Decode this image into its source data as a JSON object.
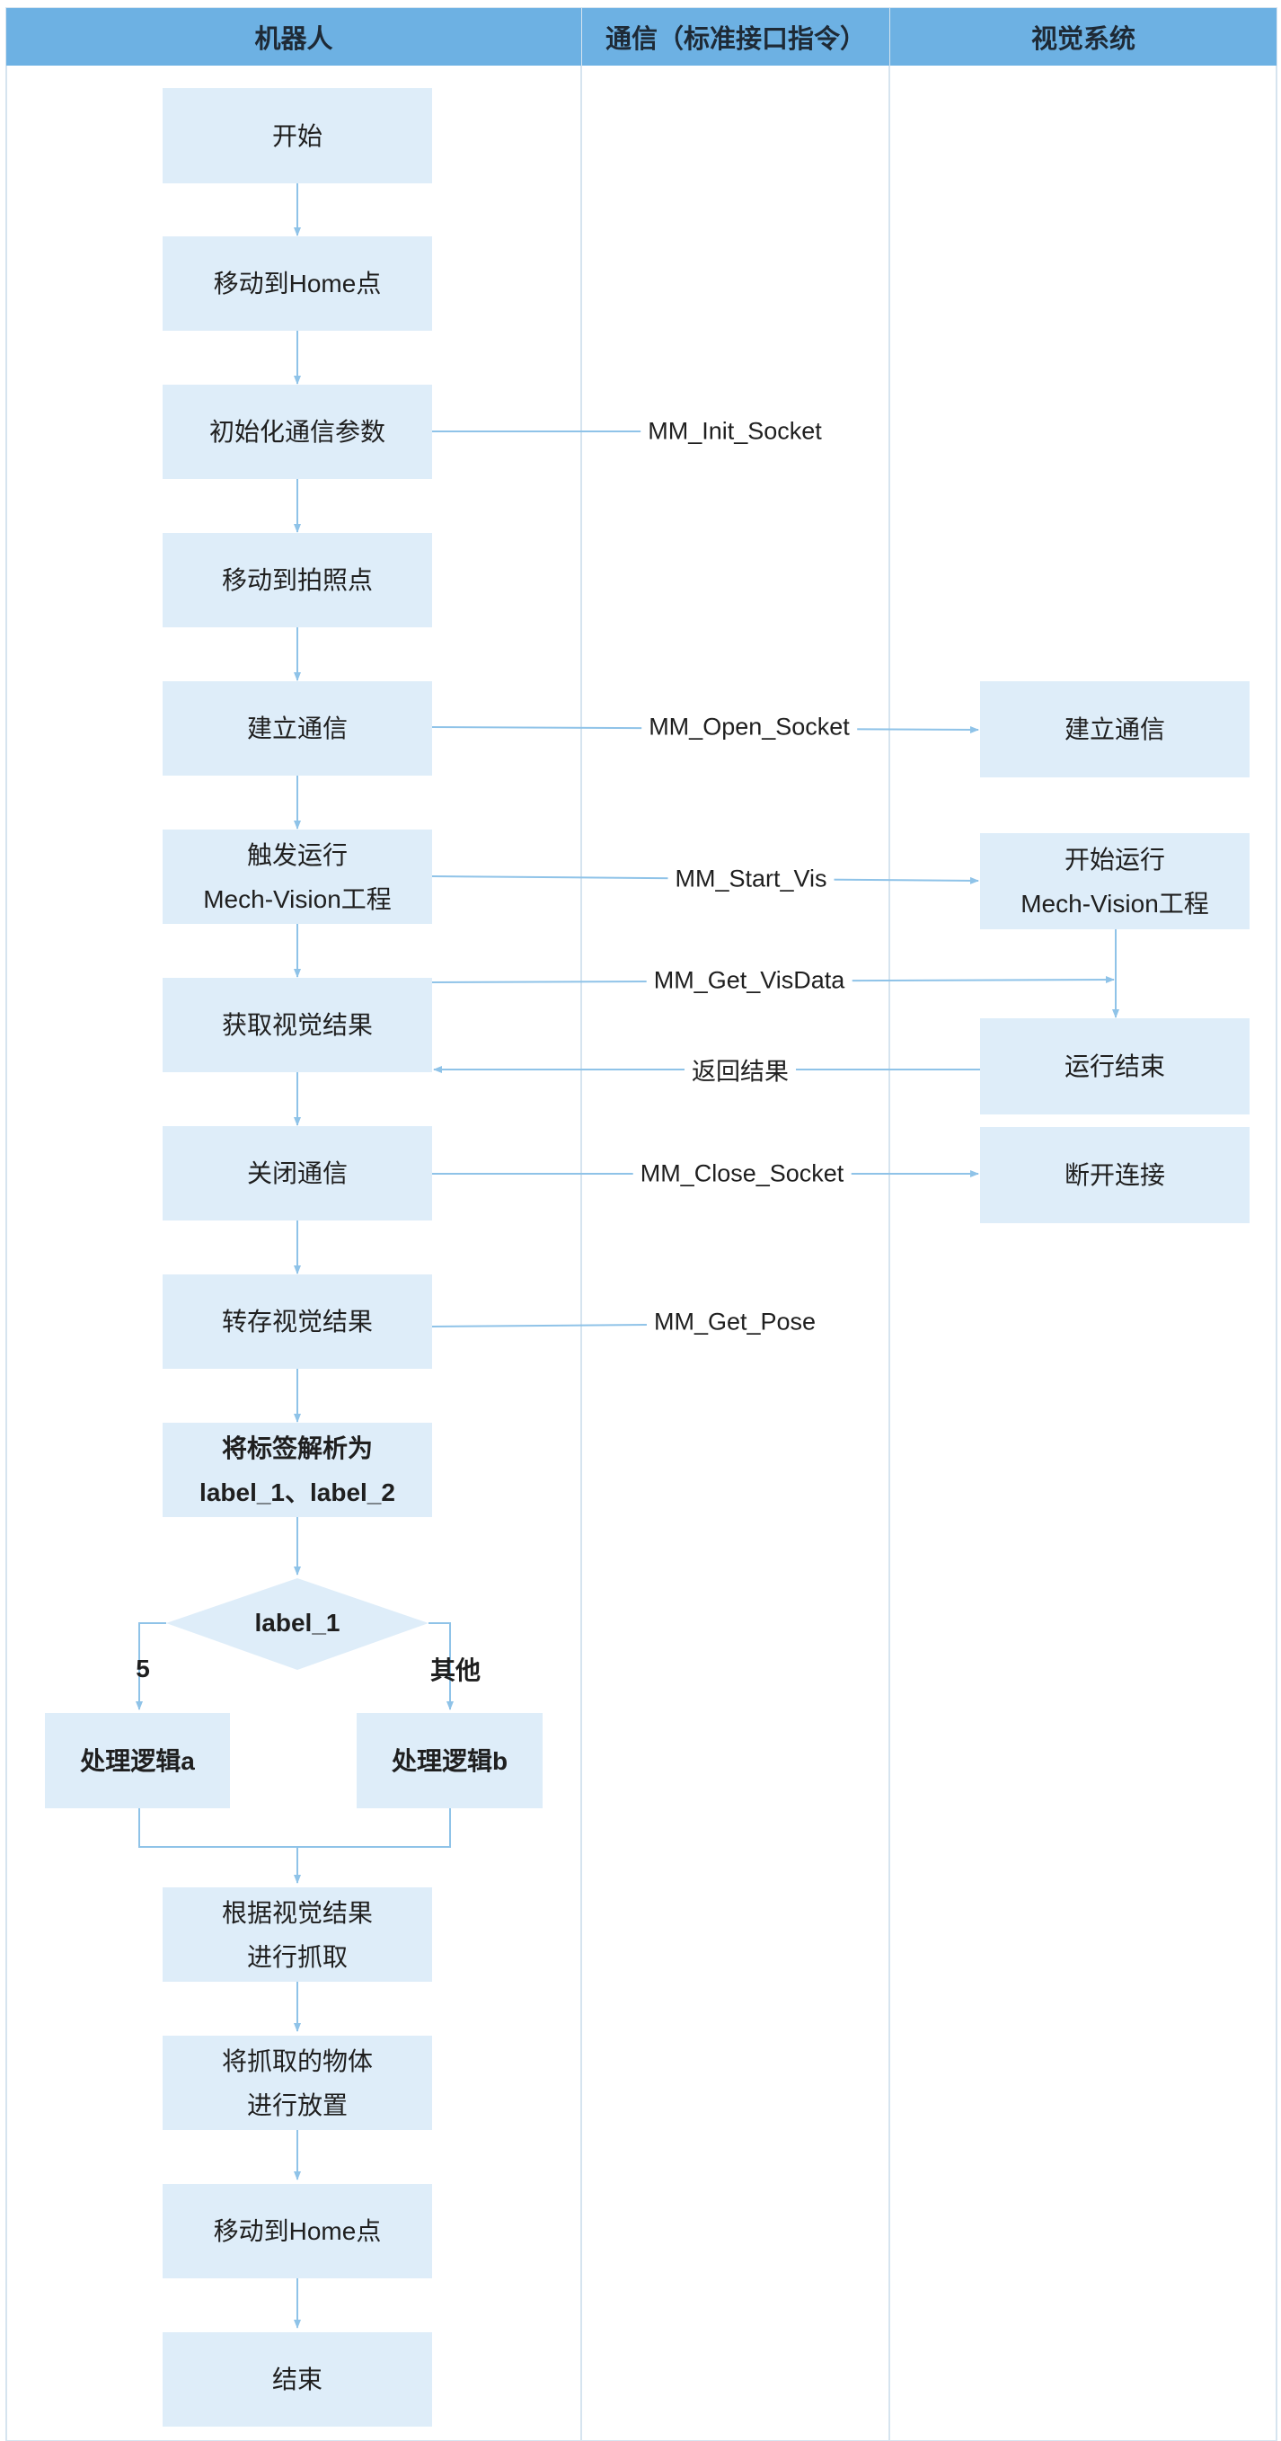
{
  "lanes": {
    "robot": "机器人",
    "communication": "通信（标准接口指令）",
    "vision": "视觉系统"
  },
  "robot_steps": {
    "start": "开始",
    "move_home": "移动到Home点",
    "init_comm": "初始化通信参数",
    "move_photo": "移动到拍照点",
    "establish": "建立通信",
    "trigger_1": "触发运行",
    "trigger_2": "Mech-Vision工程",
    "get_result": "获取视觉结果",
    "close_comm": "关闭通信",
    "save_result": "转存视觉结果",
    "parse_1": "将标签解析为",
    "parse_2": "label_1、label_2",
    "decision": "label_1",
    "branch_left": "5",
    "branch_right": "其他",
    "logic_a": "处理逻辑a",
    "logic_b": "处理逻辑b",
    "pick_1": "根据视觉结果",
    "pick_2": "进行抓取",
    "place_1": "将抓取的物体",
    "place_2": "进行放置",
    "move_home_end": "移动到Home点",
    "end": "结束"
  },
  "vision_steps": {
    "establish": "建立通信",
    "start_run_1": "开始运行",
    "start_run_2": "Mech-Vision工程",
    "run_end": "运行结束",
    "disconnect": "断开连接"
  },
  "commands": {
    "init_socket": "MM_Init_Socket",
    "open_socket": "MM_Open_Socket",
    "start_vis": "MM_Start_Vis",
    "get_visdata": "MM_Get_VisData",
    "return_result": "返回结果",
    "close_socket": "MM_Close_Socket",
    "get_pose": "MM_Get_Pose"
  },
  "colors": {
    "header": "#6db1e3",
    "node_fill": "#deedf9",
    "arrow": "#8fc3e8",
    "lane_border": "#d6e4ef"
  }
}
